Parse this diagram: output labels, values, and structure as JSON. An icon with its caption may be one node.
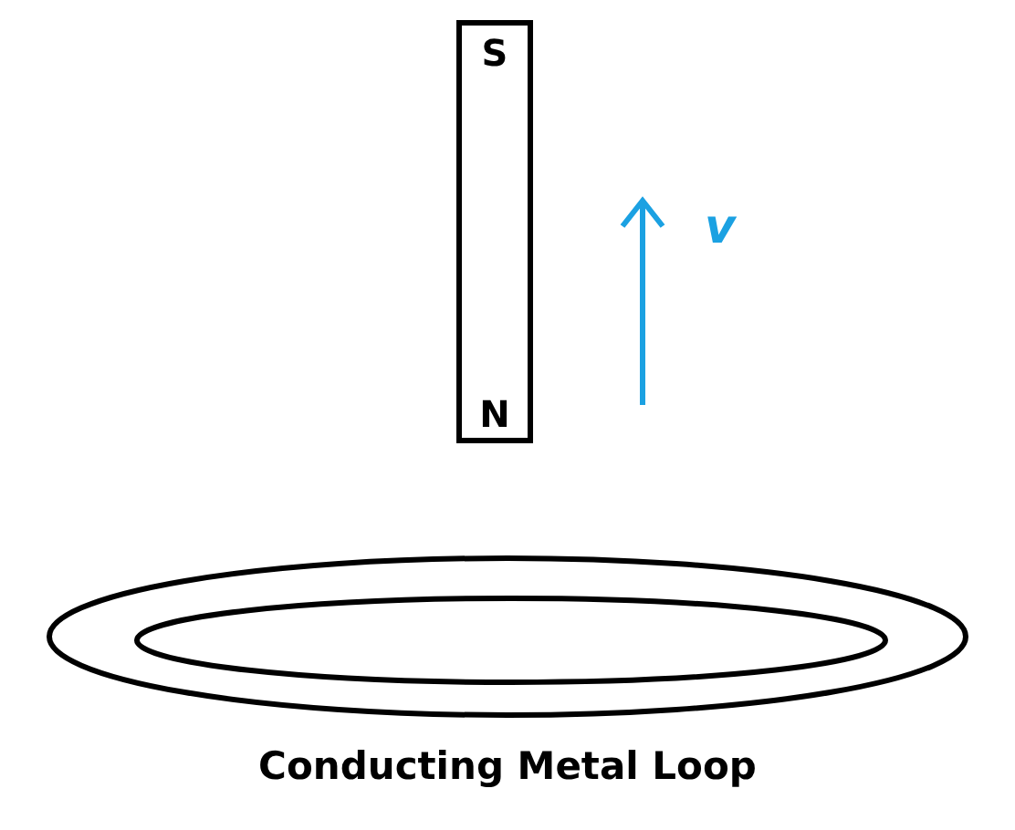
{
  "diagram": {
    "nodes": [
      {
        "text": [
          "S",
          "N"
        ]
      },
      {
        "text": [
          "Conducting Metal Loop"
        ]
      }
    ],
    "labels": [
      "v"
    ]
  }
}
